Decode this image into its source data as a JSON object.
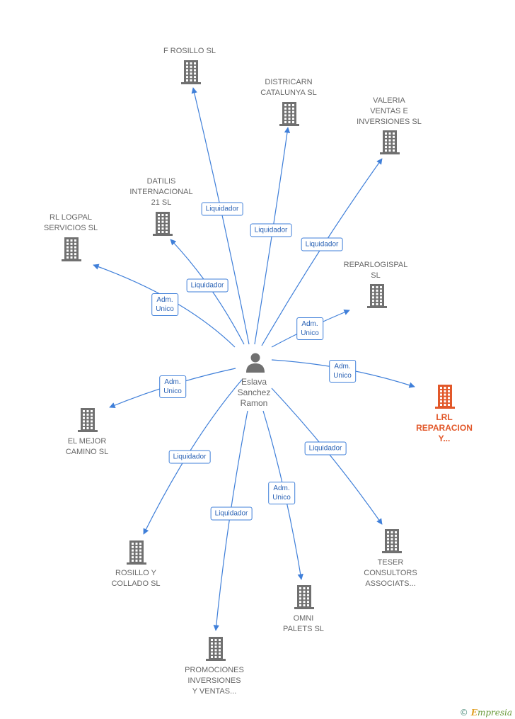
{
  "center": {
    "name": "Eslava\nSanchez\nRamon",
    "icon": "person-icon"
  },
  "companies": [
    {
      "id": "f-rosillo",
      "label": "F ROSILLO SL",
      "icon": "building-icon"
    },
    {
      "id": "districarn",
      "label": "DISTRICARN\nCATALUNYA SL",
      "icon": "building-icon"
    },
    {
      "id": "valeria",
      "label": "VALERIA\nVENTAS E\nINVERSIONES SL",
      "icon": "building-icon"
    },
    {
      "id": "datilis",
      "label": "DATILIS\nINTERNACIONAL\n21 SL",
      "icon": "building-icon"
    },
    {
      "id": "rl-logpal",
      "label": "RL LOGPAL\nSERVICIOS  SL",
      "icon": "building-icon"
    },
    {
      "id": "reparlogispal",
      "label": "REPARLOGISPAL\nSL",
      "icon": "building-icon"
    },
    {
      "id": "lrl",
      "label": "LRL\nREPARACION\nY...",
      "icon": "building-icon",
      "highlight": true
    },
    {
      "id": "el-mejor",
      "label": "EL MEJOR\nCAMINO  SL",
      "icon": "building-icon"
    },
    {
      "id": "rosillo-collado",
      "label": "ROSILLO Y\nCOLLADO  SL",
      "icon": "building-icon"
    },
    {
      "id": "promociones",
      "label": "PROMOCIONES\nINVERSIONES\nY VENTAS...",
      "icon": "building-icon"
    },
    {
      "id": "omni",
      "label": "OMNI\nPALETS  SL",
      "icon": "building-icon"
    },
    {
      "id": "teser",
      "label": "TESER\nCONSULTORS\nASSOCIATS...",
      "icon": "building-icon"
    }
  ],
  "relations": [
    {
      "target": "f-rosillo",
      "label": "Liquidador"
    },
    {
      "target": "districarn",
      "label": "Liquidador"
    },
    {
      "target": "valeria",
      "label": "Liquidador"
    },
    {
      "target": "datilis",
      "label": "Liquidador"
    },
    {
      "target": "rl-logpal",
      "label": "Adm.\nUnico"
    },
    {
      "target": "reparlogispal",
      "label": "Adm.\nUnico"
    },
    {
      "target": "lrl",
      "label": "Adm.\nUnico"
    },
    {
      "target": "el-mejor",
      "label": "Adm.\nUnico"
    },
    {
      "target": "rosillo-collado",
      "label": "Liquidador"
    },
    {
      "target": "promociones",
      "label": "Liquidador"
    },
    {
      "target": "omni",
      "label": "Adm.\nUnico"
    },
    {
      "target": "teser",
      "label": "Liquidador"
    }
  ],
  "colors": {
    "edge": "#3f7fd9",
    "node": "#707070",
    "highlight": "#e2582a"
  },
  "brand": {
    "copyright": "©",
    "name_initial": "E",
    "name_rest": "mpresia"
  }
}
